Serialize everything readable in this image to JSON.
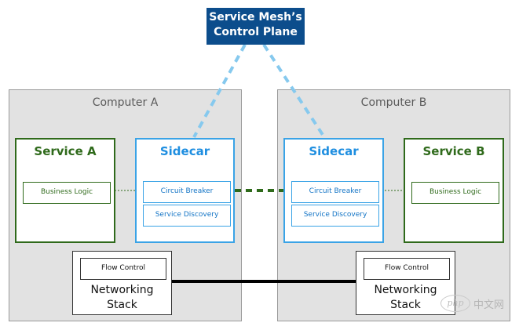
{
  "control_plane": {
    "line1": "Service Mesh’s",
    "line2": "Control Plane"
  },
  "computer_a": {
    "title": "Computer A",
    "service": {
      "title": "Service A",
      "logic": "Business Logic"
    },
    "sidecar": {
      "title": "Sidecar",
      "circuit_breaker": "Circuit Breaker",
      "service_discovery": "Service Discovery"
    },
    "network": {
      "flow_control": "Flow Control",
      "line1": "Networking",
      "line2": "Stack"
    }
  },
  "computer_b": {
    "title": "Computer B",
    "service": {
      "title": "Service B",
      "logic": "Business Logic"
    },
    "sidecar": {
      "title": "Sidecar",
      "circuit_breaker": "Circuit Breaker",
      "service_discovery": "Service Discovery"
    },
    "network": {
      "flow_control": "Flow Control",
      "line1": "Networking",
      "line2": "Stack"
    }
  },
  "watermark": {
    "logo": "php",
    "text": "中文网"
  },
  "colors": {
    "computer_bg": "#e2e2e2",
    "service_border": "#2f6a1b",
    "sidecar_border": "#3aa3e6",
    "control_plane_bg": "#0c4d8c",
    "dashed_link": "#86c9ee",
    "sidecar_link": "#2f6a1b",
    "network_link": "#000000"
  }
}
